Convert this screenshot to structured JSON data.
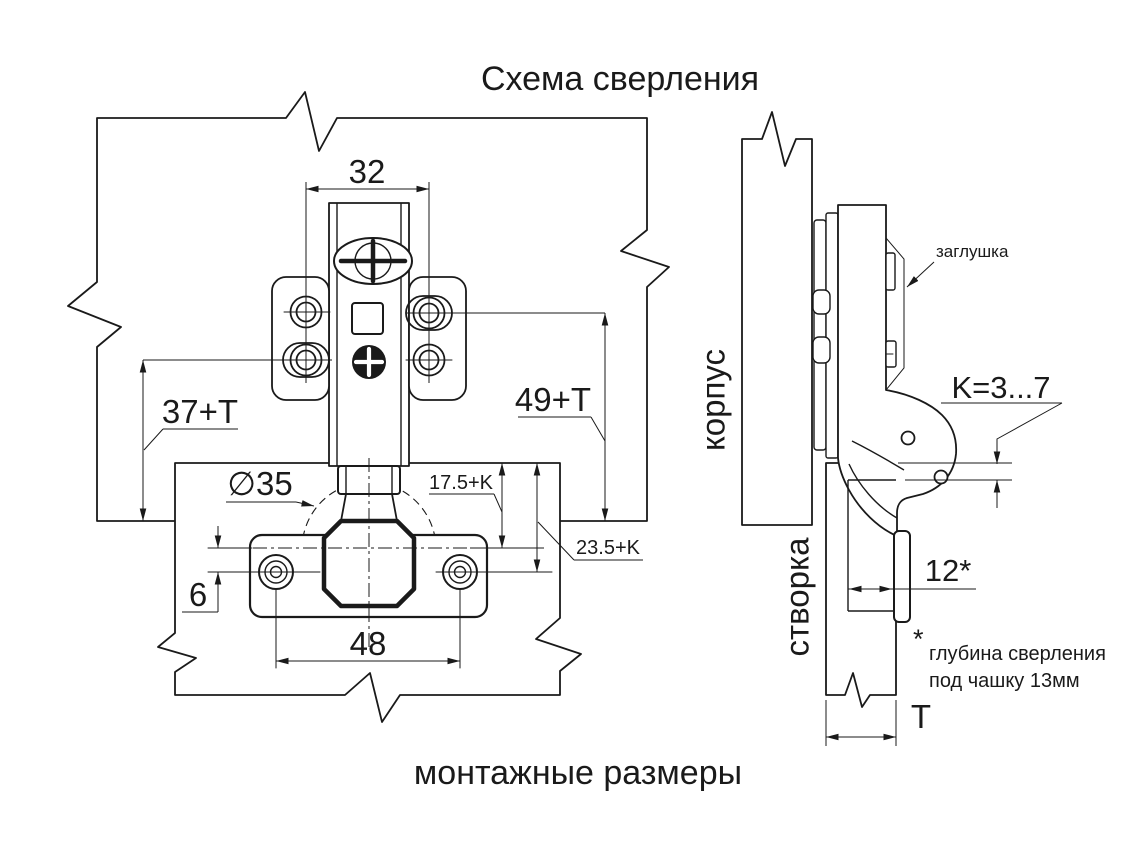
{
  "title": "Схема сверления",
  "footer": "монтажные размеры",
  "front_view": {
    "dim_hole_spacing": "32",
    "dim_lower_row": "37+T",
    "dim_upper_row": "49+T",
    "dim_cup_diameter": "∅35",
    "dim_cup_center": "17.5+K",
    "dim_screw_row": "23.5+K",
    "dim_screw_offset": "6",
    "dim_cup_screw_spacing": "48"
  },
  "side_view": {
    "label_cabinet": "корпус",
    "label_door": "створка",
    "label_cap": "заглушка",
    "dim_gap": "K=3...7",
    "dim_cup_depth": "12*",
    "dim_door_thickness": "T",
    "footnote_marker": "*",
    "footnote_line1": "глубина сверления",
    "footnote_line2": "под чашку 13мм"
  },
  "colors": {
    "line": "#1a1a1a",
    "background": "#ffffff"
  }
}
